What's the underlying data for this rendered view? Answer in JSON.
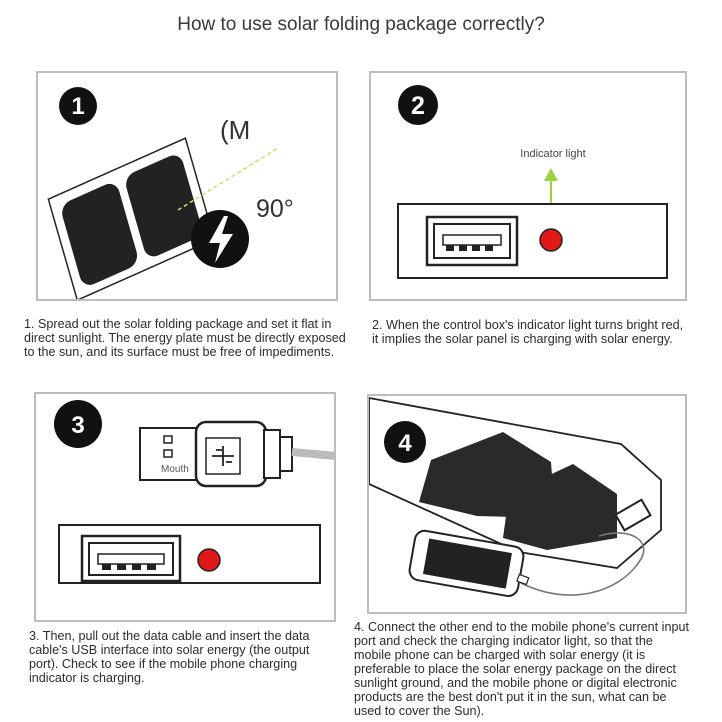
{
  "title": "How to use solar folding package correctly?",
  "steps": [
    {
      "number": "1",
      "angle_label": "90°",
      "partial_label": "(M",
      "caption": "1. Spread out the solar folding package and set it flat in direct sunlight. The energy plate must be directly exposed to the sun, and its surface must be free of impediments."
    },
    {
      "number": "2",
      "indicator_label": "Indicator light",
      "caption": "2. When the control box's indicator light turns bright red, it implies the solar panel is charging with solar energy."
    },
    {
      "number": "3",
      "plug_label": "Mouth",
      "caption": "3. Then, pull out the data cable and insert the data cable's USB interface into solar energy (the output port). Check to see if the mobile phone charging indicator is charging."
    },
    {
      "number": "4",
      "caption": "4. Connect the other end to the mobile phone's current input port and check the charging indicator light, so that the mobile phone can be charged with solar energy (it is preferable to place the solar energy package on the direct sunlight ground, and the mobile phone or digital electronic products are the best don't put it in the sun, what can be used to cover the Sun)."
    }
  ],
  "colors": {
    "indicator_red": "#e01818",
    "arrow_green": "#9bd33c",
    "panel_black": "#222222"
  }
}
